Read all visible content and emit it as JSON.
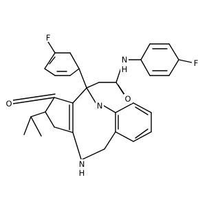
{
  "molecule": {
    "atom_labels": {
      "fluoro_top": "F",
      "fluoro_right": "F",
      "amide_n": "N",
      "amide_h": "H",
      "carbonyl_o_amide": "O",
      "carbonyl_o_ring": "O",
      "ring_n": "N",
      "ring_nh_n": "N",
      "ring_nh_h": "H"
    }
  }
}
